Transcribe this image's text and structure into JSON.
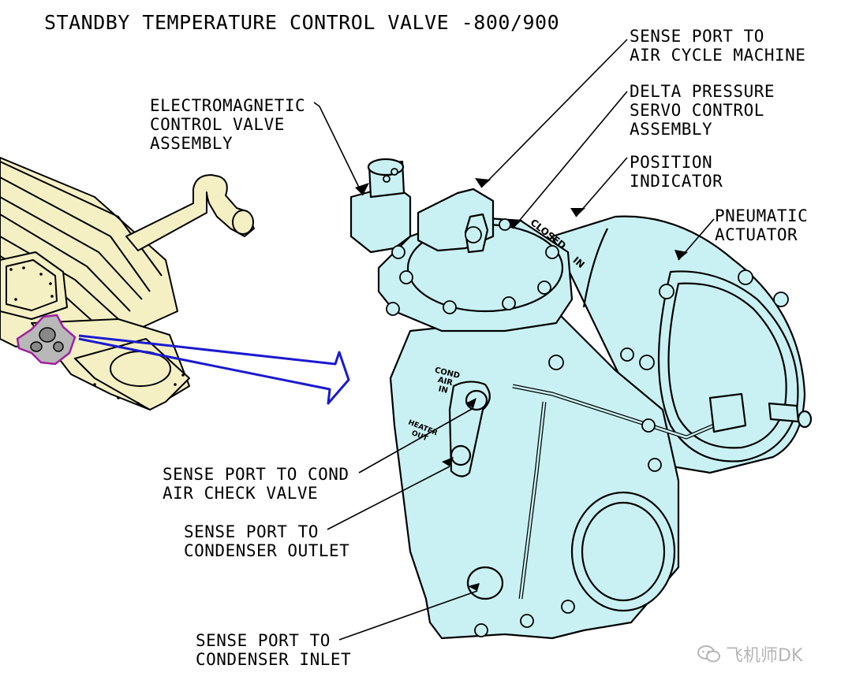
{
  "title": "STANDBY TEMPERATURE CONTROL VALVE -800/900",
  "labels": {
    "sense_acm": [
      "SENSE PORT TO",
      "AIR CYCLE MACHINE"
    ],
    "delta_pressure": [
      "DELTA PRESSURE",
      "SERVO CONTROL",
      "ASSEMBLY"
    ],
    "position_indicator": [
      "POSITION",
      "INDICATOR"
    ],
    "pneumatic_actuator": [
      "PNEUMATIC",
      "ACTUATOR"
    ],
    "electromagnetic": [
      "ELECTROMAGNETIC",
      "CONTROL VALVE",
      "ASSEMBLY"
    ],
    "sense_cond_air": [
      "SENSE PORT TO COND",
      "AIR CHECK VALVE"
    ],
    "sense_condenser_outlet": [
      "SENSE PORT TO",
      "CONDENSER OUTLET"
    ],
    "sense_condenser_inlet": [
      "SENSE PORT TO",
      "CONDENSER INLET"
    ]
  },
  "body_marks": {
    "closed": "CLOSED",
    "in": "IN",
    "cond_air_in": [
      "COND",
      "AIR",
      "IN"
    ],
    "heater_out": [
      "HEATER",
      "OUT"
    ]
  },
  "watermark": "飞机师DK",
  "colors": {
    "component_fill": "#c9f1f4",
    "aircraft_fill": "#f5f0c4",
    "arrow": "#1a1ad0",
    "highlight": "#a020a0"
  }
}
